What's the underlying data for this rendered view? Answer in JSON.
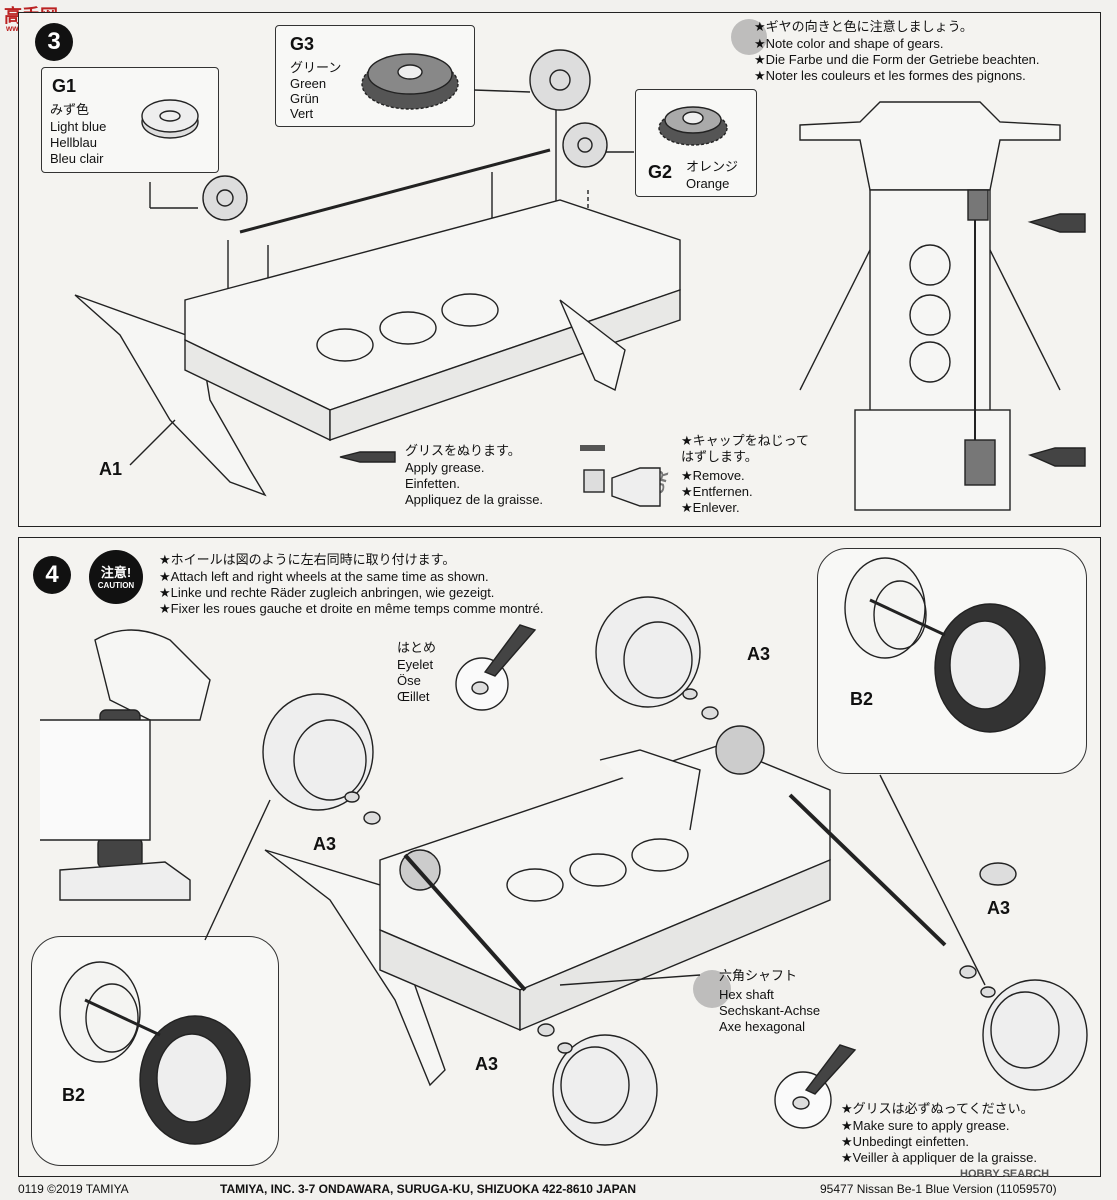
{
  "watermark": {
    "site": "高手网",
    "url": "www.gaoshou.net",
    "hobby": "HOBBY SEARCH"
  },
  "step3": {
    "number": "3",
    "g1": {
      "code": "G1",
      "lines": [
        "みず色",
        "Light blue",
        "Hellblau",
        "Bleu clair"
      ]
    },
    "g3": {
      "code": "G3",
      "lines": [
        "グリーン",
        "Green",
        "Grün",
        "Vert"
      ]
    },
    "g2": {
      "code": "G2",
      "lines": [
        "オレンジ",
        "Orange"
      ]
    },
    "note": [
      "★ギヤの向きと色に注意しましょう。",
      "★Note color and shape of gears.",
      "★Die Farbe und die Form der Getriebe beachten.",
      "★Noter les couleurs et les formes des pignons."
    ],
    "a1": "A1",
    "grease": [
      "グリスをぬります。",
      "Apply grease.",
      "Einfetten.",
      "Appliquez de la graisse."
    ],
    "cap": [
      "★キャップをねじって",
      "はずします。",
      "★Remove.",
      "★Entfernen.",
      "★Enlever."
    ],
    "gr": "GR"
  },
  "step4": {
    "number": "4",
    "caution": {
      "jp": "注意!",
      "en": "CAUTION"
    },
    "note": [
      "★ホイールは図のように左右同時に取り付けます。",
      "★Attach left and right wheels at the same time as shown.",
      "★Linke und rechte Räder zugleich anbringen, wie gezeigt.",
      "★Fixer les roues gauche et droite en même temps comme montré."
    ],
    "eyelet": [
      "はとめ",
      "Eyelet",
      "Öse",
      "Œillet"
    ],
    "a3": "A3",
    "b2": "B2",
    "hex": [
      "六角シャフト",
      "Hex shaft",
      "Sechskant-Achse",
      "Axe hexagonal"
    ],
    "grease": [
      "★グリスは必ずぬってください。",
      "★Make sure to apply grease.",
      "★Unbedingt einfetten.",
      "★Veiller à appliquer de la graisse."
    ]
  },
  "footer": {
    "code": "0119 ©2019 TAMIYA",
    "address": "TAMIYA, INC.  3-7 ONDAWARA, SURUGA-KU, SHIZUOKA 422-8610 JAPAN",
    "product": "95477  Nissan Be-1 Blue Version (11059570)"
  }
}
